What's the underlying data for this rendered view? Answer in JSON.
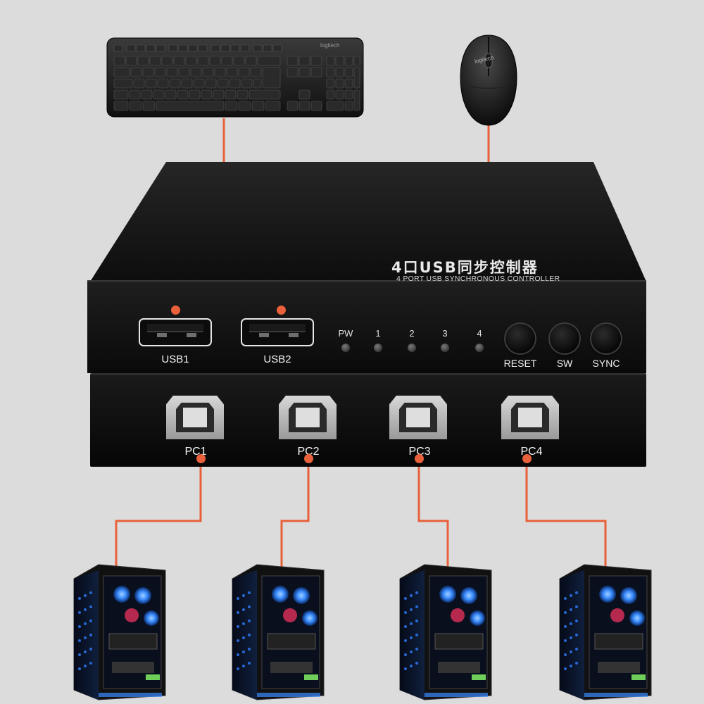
{
  "device": {
    "title": "4口USB同步控制器",
    "subtitle": "4 PORT USB SYNCHRONOUS CONTROLLER",
    "usb_ports": [
      "USB1",
      "USB2"
    ],
    "indicators": [
      "PW",
      "1",
      "2",
      "3",
      "4"
    ],
    "buttons": [
      "RESET",
      "SW",
      "SYNC"
    ],
    "pc_ports": [
      "PC1",
      "PC2",
      "PC3",
      "PC4"
    ]
  },
  "keyboard": {
    "brand": "logitech"
  },
  "mouse": {
    "brand": "logitech"
  },
  "colors": {
    "cable": "#e8613a",
    "background": "#dcdcdc",
    "device_body": "#141414",
    "fan_glow": "#3a8cff"
  }
}
